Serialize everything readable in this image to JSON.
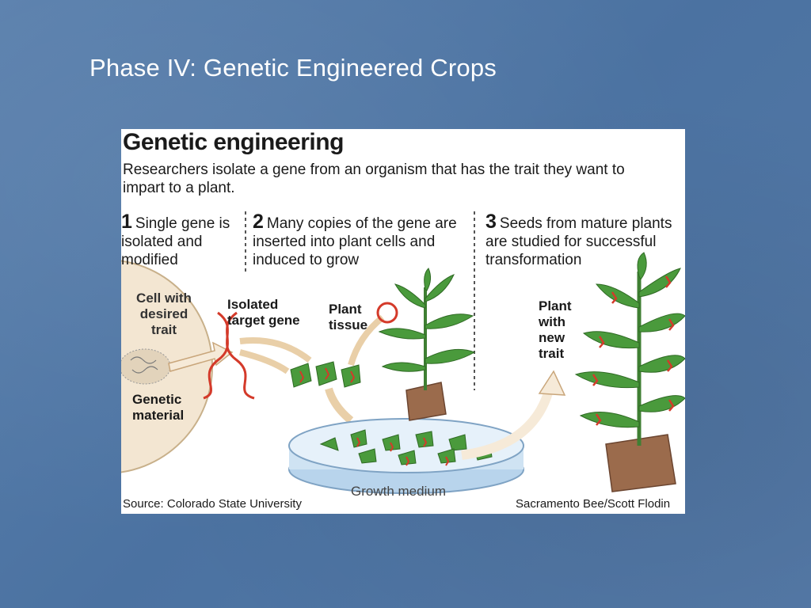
{
  "slide": {
    "title": "Phase IV: Genetic Engineered Crops"
  },
  "figure": {
    "heading": "Genetic engineering",
    "intro": "Researchers isolate a gene from an organism that has the trait they want to impart to a plant.",
    "steps": [
      {
        "number": "1",
        "text": "Single gene is isolated and modified"
      },
      {
        "number": "2",
        "text": "Many copies of the gene are inserted into plant cells and induced to grow"
      },
      {
        "number": "3",
        "text": "Seeds from mature plants are studied for successful transformation"
      }
    ],
    "labels": {
      "cell": "Cell with desired trait",
      "genetic_material": "Genetic material",
      "isolated_gene": "Isolated target gene",
      "plant_tissue": "Plant tissue",
      "new_trait": "Plant with new trait",
      "growth_medium": "Growth medium"
    },
    "source": "Source: Colorado State University",
    "credit": "Sacramento Bee/Scott Flodin"
  },
  "colors": {
    "background": "#4f77a6",
    "leaf": "#4a9a3c",
    "gene": "#d43a2a",
    "pot": "#9b6b4c",
    "dish": "#cfe3f3",
    "cell": "#f3e6d2"
  }
}
